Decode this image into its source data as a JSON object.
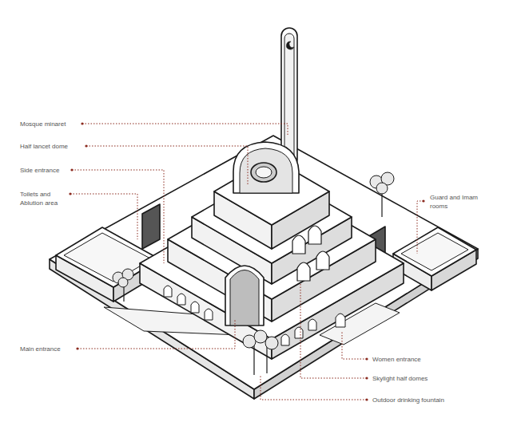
{
  "diagram": {
    "labels": [
      "Mosque minaret",
      "Half lancet dome",
      "Side entrance",
      "Toilets and Ablution area",
      "Guard and Imam rooms",
      "Main entrance",
      "Women entrance",
      "Skylight half domes",
      "Outdoor drinking fountain"
    ]
  }
}
